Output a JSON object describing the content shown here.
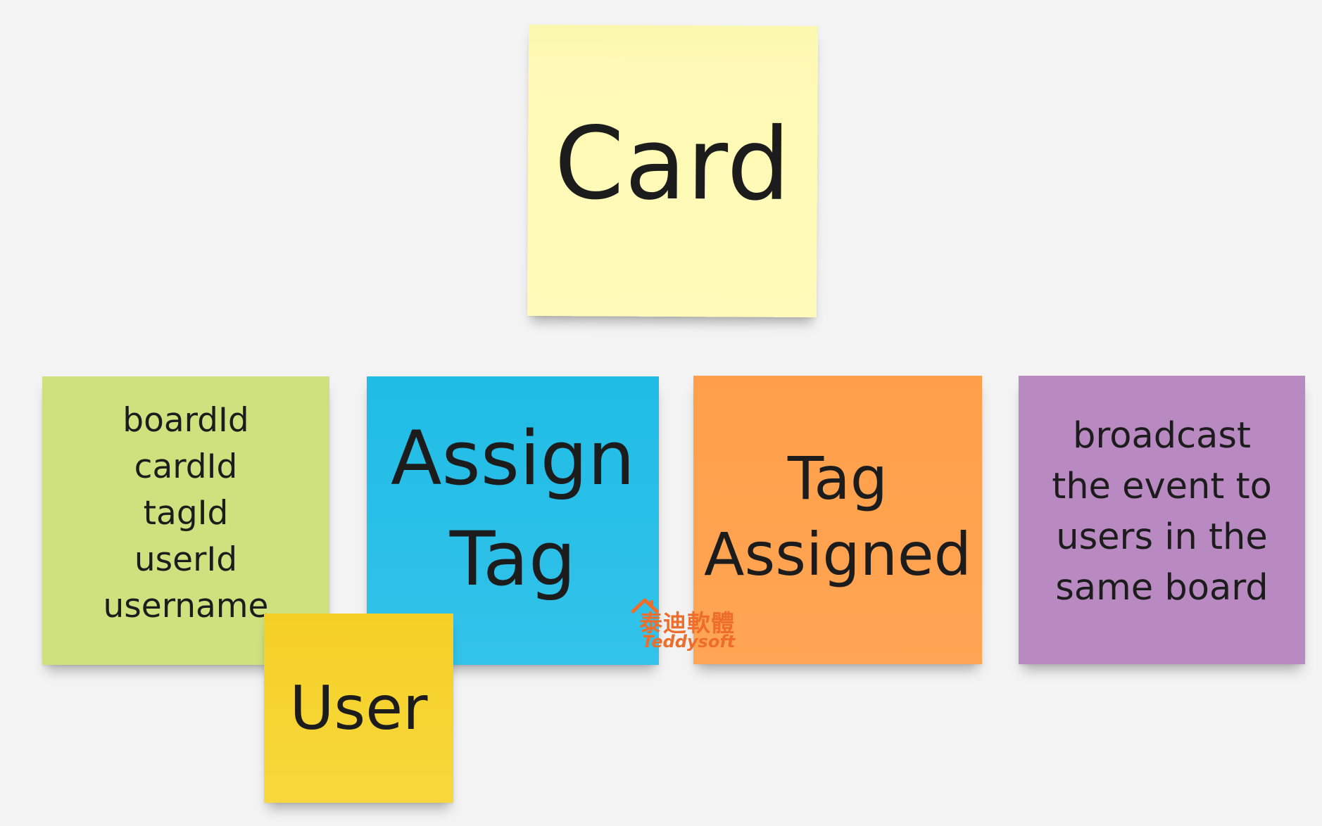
{
  "notes": {
    "card": {
      "label": "Card",
      "color": "#fffab9"
    },
    "fields": {
      "color": "#cfe17f",
      "lines": [
        "boardId",
        "cardId",
        "tagId",
        "userId",
        "username"
      ]
    },
    "command": {
      "lines": [
        "Assign",
        "Tag"
      ],
      "color": "#1fbce6"
    },
    "event": {
      "lines": [
        "Tag",
        "Assigned"
      ],
      "color": "#ff9f4a"
    },
    "policy": {
      "color": "#b989c2",
      "lines": [
        "broadcast",
        "the event to",
        "users in the",
        "same board"
      ]
    },
    "actor": {
      "label": "User",
      "color": "#f5cf25"
    }
  },
  "watermark": {
    "chinese_text": "泰迪軟體",
    "english_text": "Teddysoft",
    "icon": "house-icon",
    "color": "#ee6d2a"
  }
}
